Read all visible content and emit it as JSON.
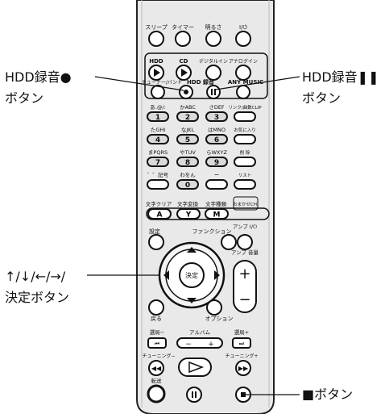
{
  "callouts": {
    "hdd_record": {
      "line1": "HDD録音●",
      "line2": "ボタン"
    },
    "hdd_pause": {
      "line1": "HDD録音❚❚",
      "line2": "ボタン"
    },
    "arrows_enter": {
      "line1": "↑/↓/←/→/",
      "line2": "決定ボタン"
    },
    "stop": {
      "line1": "■ボタン"
    }
  },
  "remote": {
    "sleep": "スリープ",
    "timer": "タイマー",
    "brightness": "明るさ",
    "power": "I/⏻",
    "hdd": "HDD",
    "cd": "CD",
    "digital_in": "デジタルイン",
    "analog_in": "アナログイン",
    "tuner_band": "チューナー/バンド",
    "hdd_record_label": "HDD 録音",
    "any_music": "ANY MUSIC",
    "num_labels": [
      "あ.@/:",
      "かABC",
      "さDEF",
      "リンク/曲数CLIP",
      "たGHI",
      "なJKL",
      "はMNO",
      "お気に入り",
      "まPQRS",
      "やTUV",
      "らWXYZ",
      "削 除",
      "゛゜記号",
      "わをん",
      "ー",
      "リスト"
    ],
    "num_values": [
      "1",
      "2",
      "3",
      "",
      "4",
      "5",
      "6",
      "",
      "7",
      "8",
      "9",
      "",
      "",
      "0",
      "",
      ""
    ],
    "clear": "文字クリア",
    "convert": "文字変換",
    "char_type": "文字種類",
    "omakase": "おまかせCH",
    "key_a": "A",
    "key_y": "Y",
    "key_m": "M",
    "settings": "設定",
    "function": "ファンクション",
    "amp_power": "アンプ I/⏻",
    "enter": "決定",
    "amp_volume": "アンプ 音量",
    "back": "戻る",
    "option": "オプション",
    "station_prev": "選局−",
    "album": "アルバム",
    "station_next": "選局+",
    "tuning_prev": "チューニング−",
    "tuning_next": "チューニング+",
    "transfer": "転送"
  }
}
